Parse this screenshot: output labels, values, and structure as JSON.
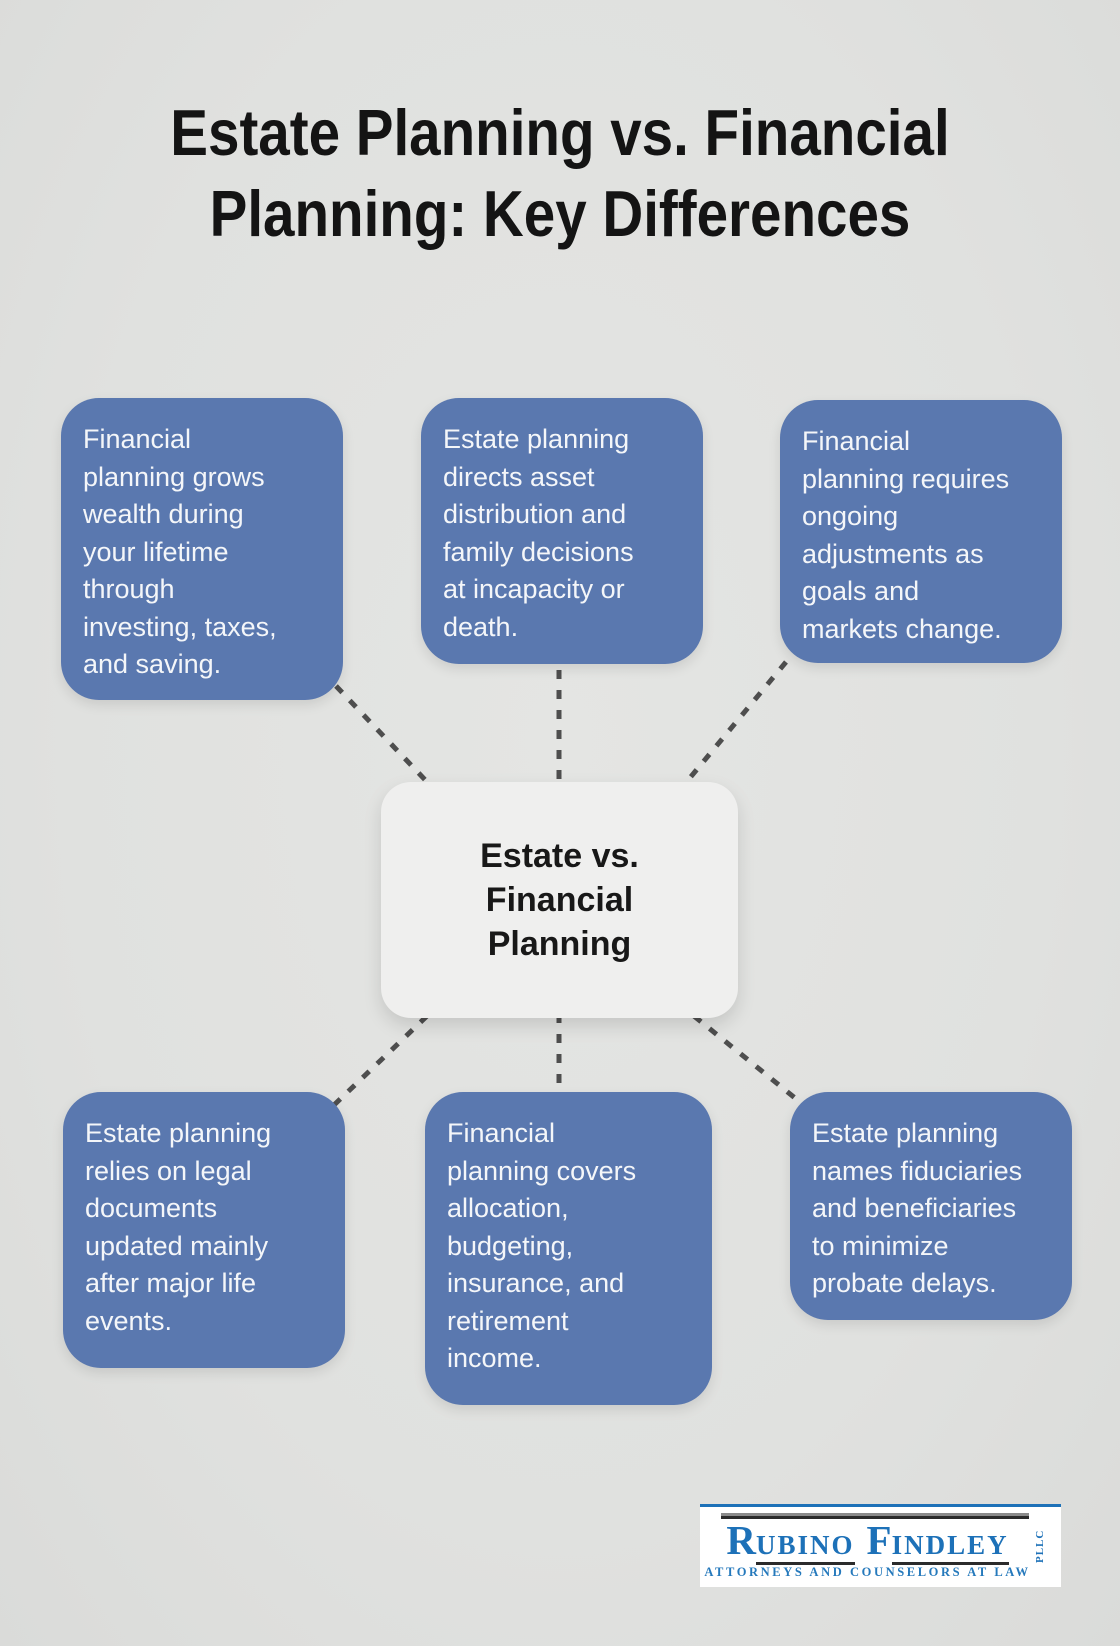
{
  "title": "Estate Planning vs. Financial\nPlanning: Key Differences",
  "center": {
    "label": "Estate vs.\nFinancial\nPlanning"
  },
  "nodes": [
    {
      "id": "top-left",
      "text": "Financial\nplanning grows\nwealth during\nyour lifetime\nthrough\ninvesting, taxes,\nand saving."
    },
    {
      "id": "top-middle",
      "text": "Estate planning\ndirects asset\ndistribution and\nfamily decisions\nat incapacity or\ndeath."
    },
    {
      "id": "top-right",
      "text": "Financial\nplanning requires\nongoing\nadjustments as\ngoals and\nmarkets change."
    },
    {
      "id": "bottom-left",
      "text": "Estate planning\nrelies on legal\ndocuments\nupdated mainly\nafter major life\nevents."
    },
    {
      "id": "bottom-middle",
      "text": "Financial\nplanning covers\nallocation,\nbudgeting,\ninsurance, and\nretirement\nincome."
    },
    {
      "id": "bottom-right",
      "text": "Estate planning\nnames fiduciaries\nand beneficiaries\nto minimize\nprobate delays."
    }
  ],
  "logo": {
    "name_initial1": "R",
    "name_rest1": "UBINO",
    "name_initial2": "F",
    "name_rest2": "INDLEY",
    "suffix": "PLLC",
    "tagline": "ATTORNEYS AND COUNSELORS AT LAW"
  },
  "colors": {
    "background": "#e0e1df",
    "node_fill": "#5a78af",
    "node_text": "#f4f6f9",
    "center_fill": "#efefee",
    "center_text": "#181818",
    "connector": "#4e4e4e",
    "title_text": "#141414",
    "logo_blue": "#1d71b8",
    "logo_rule": "#2b2b2b"
  }
}
